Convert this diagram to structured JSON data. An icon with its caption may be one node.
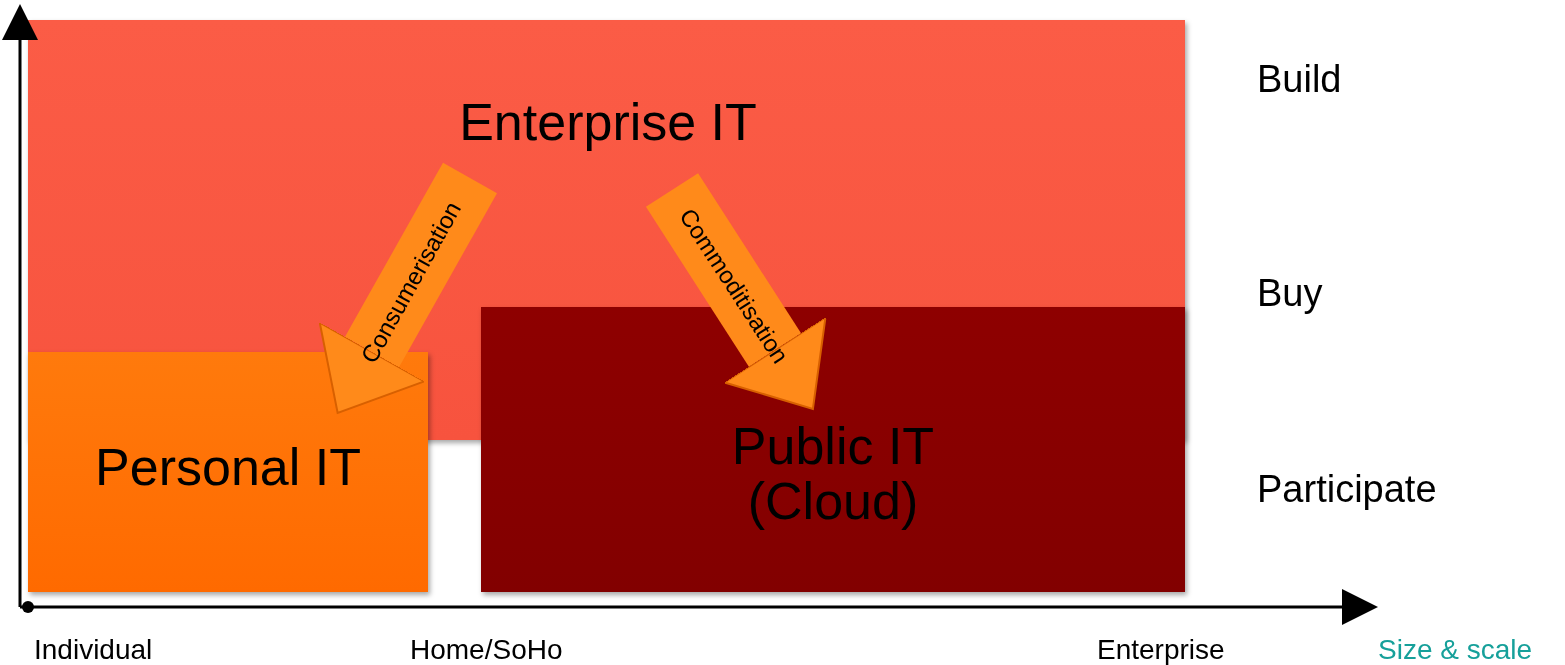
{
  "diagram": {
    "nodes": [
      {
        "text": [
          "Enterprise IT"
        ]
      },
      {
        "text": [
          "Personal IT"
        ]
      },
      {
        "text": [
          "Public IT (Cloud)"
        ]
      }
    ],
    "edges": [
      {
        "from": 0,
        "to": 1,
        "arrow": "to",
        "label": "Consumerisation"
      },
      {
        "from": 0,
        "to": 2,
        "arrow": "to",
        "label": "Commoditisation"
      }
    ],
    "labels": [
      "Build",
      "Buy",
      "Participate",
      "Individual",
      "Home/SoHo",
      "Enterprise",
      "Size & scale"
    ]
  }
}
